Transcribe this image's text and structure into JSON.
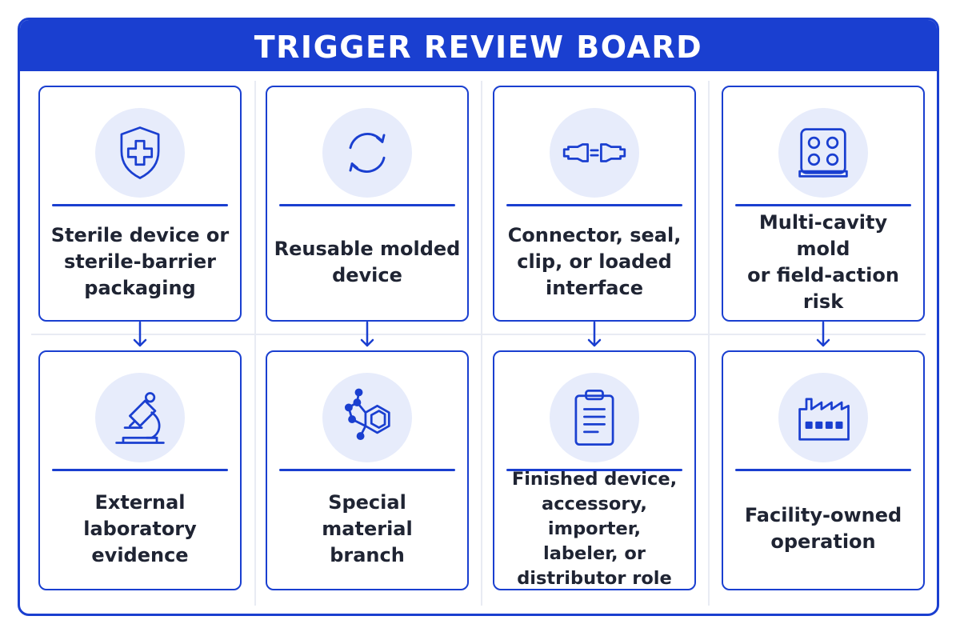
{
  "board": {
    "title": "TRIGGER REVIEW BOARD"
  },
  "cards": [
    {
      "icon": "shield-plus-icon",
      "label": "Sterile device or\nsterile-barrier\npackaging"
    },
    {
      "icon": "refresh-cycle-icon",
      "label": "Reusable molded\ndevice"
    },
    {
      "icon": "connector-icon",
      "label": "Connector, seal,\nclip, or loaded\ninterface"
    },
    {
      "icon": "multi-cavity-mold-icon",
      "label": "Multi-cavity mold\nor field-action\nrisk"
    },
    {
      "icon": "microscope-icon",
      "label": "External\nlaboratory\nevidence"
    },
    {
      "icon": "molecule-icon",
      "label": "Special\nmaterial\nbranch"
    },
    {
      "icon": "clipboard-icon",
      "label": "Finished device,\naccessory, importer,\nlabeler, or\ndistributor role"
    },
    {
      "icon": "factory-icon",
      "label": "Facility-owned\noperation"
    }
  ],
  "colors": {
    "accent": "#1a3fd0",
    "icon_bg": "#e7ecfb",
    "text": "#1f2433"
  }
}
